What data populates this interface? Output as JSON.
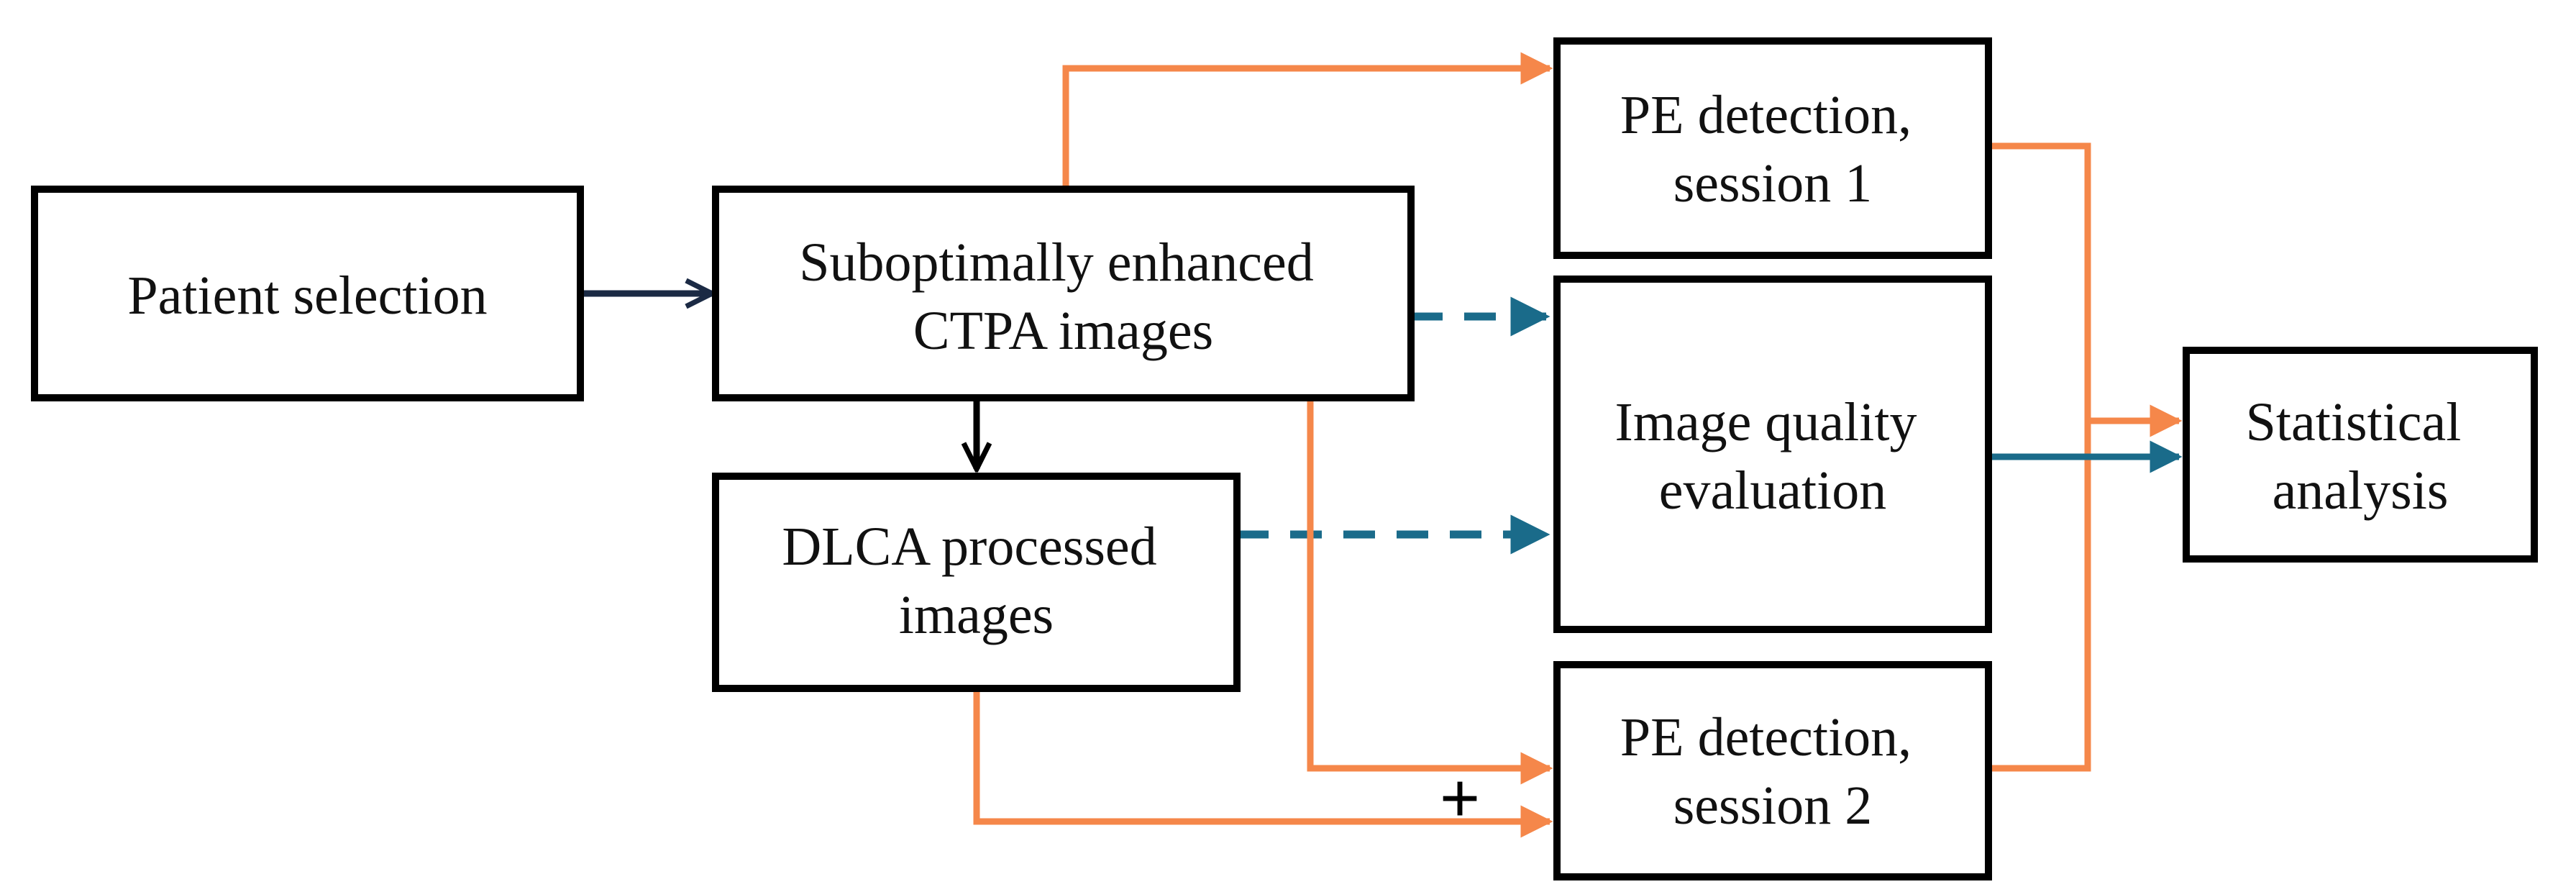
{
  "colors": {
    "box_border": "#000000",
    "text": "#111111",
    "navy_arrow": "#1b2a44",
    "black_arrow": "#000000",
    "orange_arrow": "#f5874a",
    "teal_arrow": "#1a6b8a"
  },
  "nodes": {
    "patient_selection": {
      "lines": [
        "Patient selection"
      ]
    },
    "ctpa_images": {
      "lines": [
        "Suboptimally enhanced",
        "CTPA images"
      ]
    },
    "dlca_images": {
      "lines": [
        "DLCA processed",
        "images"
      ]
    },
    "pe_session_1": {
      "lines": [
        "PE detection,",
        "session 1"
      ]
    },
    "image_quality": {
      "lines": [
        "Image quality",
        "evaluation"
      ]
    },
    "pe_session_2": {
      "lines": [
        "PE detection,",
        "session 2"
      ]
    },
    "statistical_analysis": {
      "lines": [
        "Statistical",
        "analysis"
      ]
    }
  },
  "plus_label": "+"
}
